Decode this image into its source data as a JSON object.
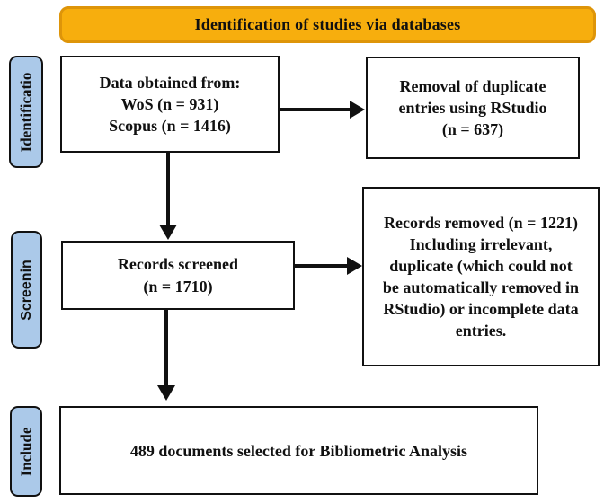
{
  "banner": {
    "title": "Identification of studies via databases"
  },
  "stages": {
    "identification": {
      "label": "Identificatio"
    },
    "screening": {
      "label": "Screenin"
    },
    "included": {
      "label": "Include"
    }
  },
  "boxes": {
    "data_obtained": {
      "line1": "Data obtained from:",
      "line2": "WoS (n = 931)",
      "line3": "Scopus (n = 1416)"
    },
    "duplicate_removal": {
      "text": "Removal of duplicate entries using RStudio (n = 637)"
    },
    "records_screened": {
      "line1": "Records screened",
      "line2": "(n = 1710)"
    },
    "records_removed": {
      "line1": "Records removed (n = 1221)",
      "line2": "Including irrelevant, duplicate (which could not be automatically removed in RStudio) or incomplete data entries."
    },
    "final_selection": {
      "text": "489 documents selected for Bibliometric Analysis"
    }
  },
  "colors": {
    "banner_fill": "#F7AE0D",
    "banner_border": "#DE9509",
    "stage_fill": "#ABC9E9",
    "outline": "#111111",
    "arrow": "#111111"
  }
}
